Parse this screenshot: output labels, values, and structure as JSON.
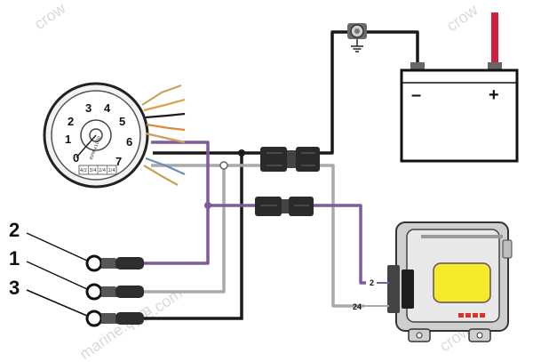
{
  "watermarks": [
    "crow",
    "crow",
    "crow",
    "rine.com",
    "marine.com"
  ],
  "gauge": {
    "numbers": [
      "1",
      "2",
      "3",
      "4",
      "5",
      "6",
      "7"
    ],
    "zero": "0",
    "center_label": "RPM x1000",
    "switch_labels": [
      "4/2",
      "3/4",
      "2/4",
      "1/4"
    ]
  },
  "battery": {
    "negative": "–",
    "positive": "+"
  },
  "callouts": [
    "2",
    "1",
    "3"
  ],
  "ecu": {
    "pin_top": "2",
    "pin_bottom": "24"
  },
  "colors": {
    "battery_positive": "#cf1f3a",
    "ecu_window": "#f7e92b",
    "ecu_leds": "#d8312a",
    "purple_wire": "#7d5c98",
    "grey_wire": "#a9a9a9"
  }
}
